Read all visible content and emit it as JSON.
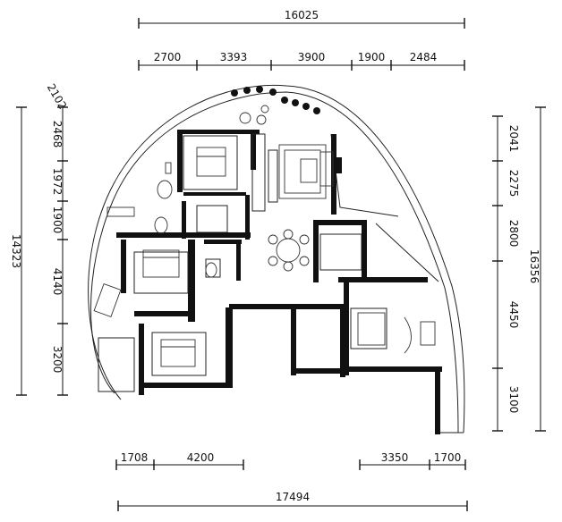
{
  "dimensions": {
    "top_total": "16025",
    "top_segments": [
      "2700",
      "3393",
      "3900",
      "1900",
      "2484"
    ],
    "left_total": "14323",
    "left_segments": [
      "2102",
      "2468",
      "1972",
      "1900",
      "4140",
      "3200"
    ],
    "right_total": "16356",
    "right_segments": [
      "2041",
      "2275",
      "2800",
      "4450",
      "3100"
    ],
    "bottom_left": [
      "1708",
      "4200"
    ],
    "bottom_right": [
      "3350",
      "1700"
    ],
    "bottom_total": "17494"
  }
}
